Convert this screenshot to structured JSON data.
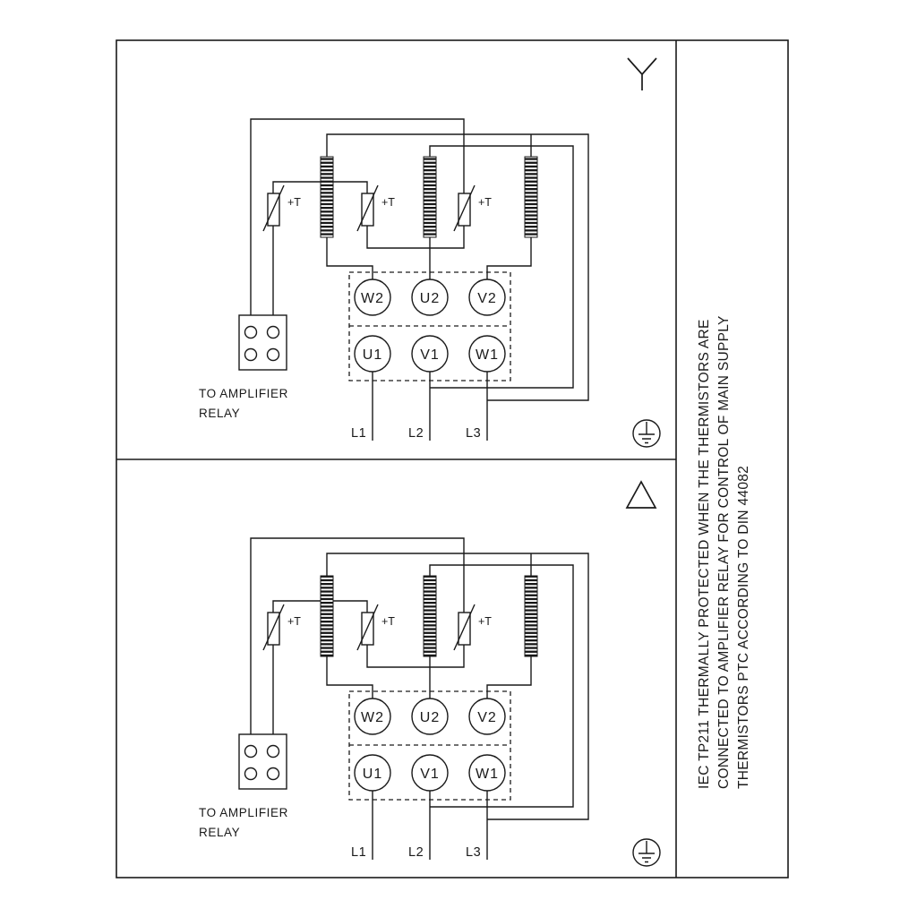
{
  "colors": {
    "ink": "#1a1a1a",
    "background": "#ffffff"
  },
  "side_note": {
    "line1": "IEC TP211 THERMALLY PROTECTED WHEN THE THERMISTORS ARE",
    "line2": "CONNECTED TO AMPLIFIER RELAY FOR CONTROL OF MAIN SUPPLY",
    "line3": "THERMISTORS PTC ACCORDING TO DIN 44082"
  },
  "panels": [
    {
      "name": "star",
      "connection_symbol": "star",
      "thermistor_label": "+T",
      "terminals_top": [
        "W2",
        "U2",
        "V2"
      ],
      "terminals_bottom": [
        "U1",
        "V1",
        "W1"
      ],
      "supply_labels": [
        "L1",
        "L2",
        "L3"
      ],
      "relay_caption": [
        "TO AMPLIFIER",
        "RELAY"
      ]
    },
    {
      "name": "delta",
      "connection_symbol": "delta",
      "thermistor_label": "+T",
      "terminals_top": [
        "W2",
        "U2",
        "V2"
      ],
      "terminals_bottom": [
        "U1",
        "V1",
        "W1"
      ],
      "supply_labels": [
        "L1",
        "L2",
        "L3"
      ],
      "relay_caption": [
        "TO AMPLIFIER",
        "RELAY"
      ]
    }
  ]
}
